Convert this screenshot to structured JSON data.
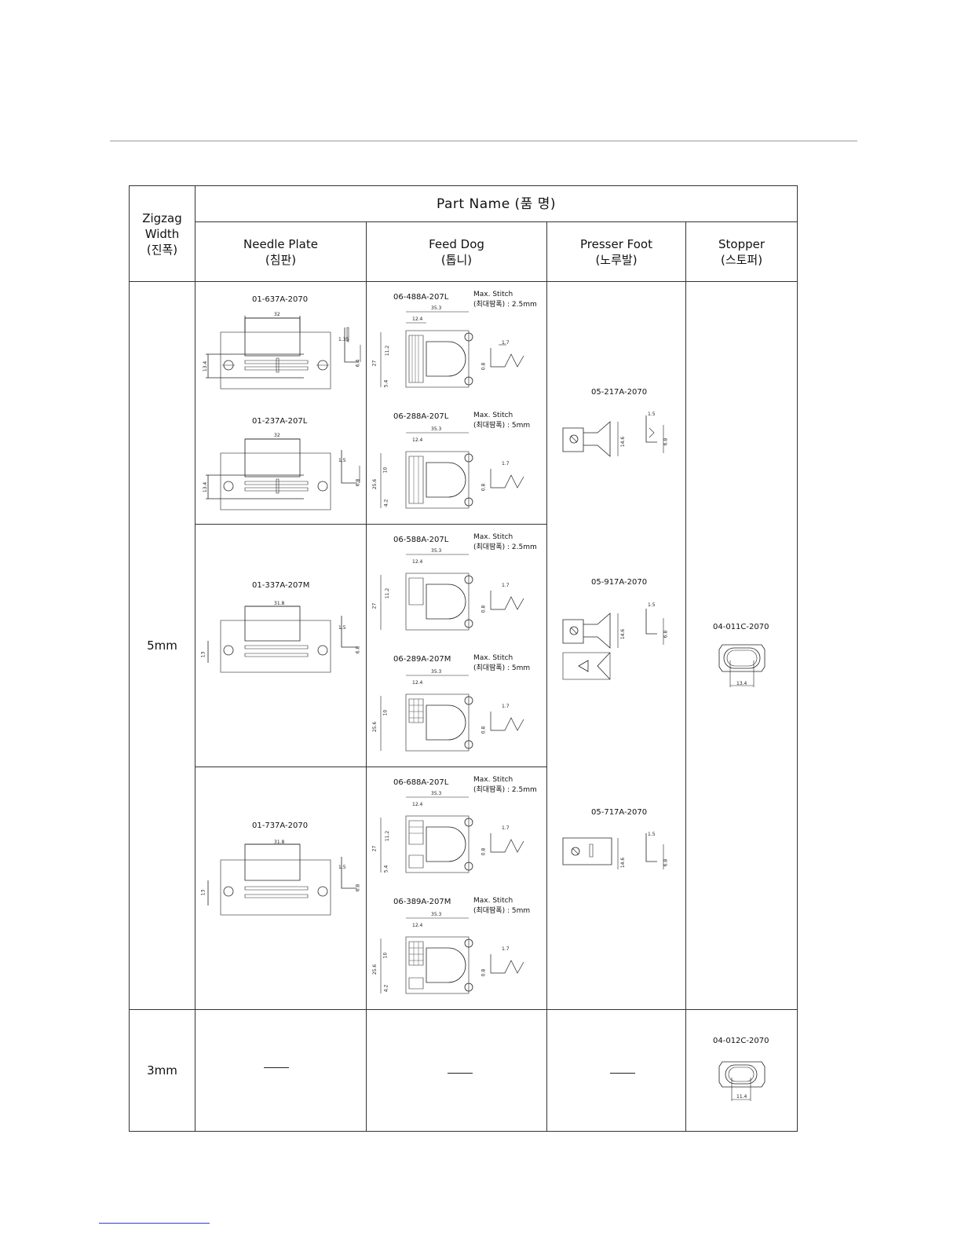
{
  "header": {
    "zigzag_width": [
      "Zigzag",
      "Width",
      "(진폭)"
    ],
    "part_name": "Part  Name  (품 명)",
    "columns": [
      {
        "en": "Needle  Plate",
        "ko": "(침판)"
      },
      {
        "en": "Feed  Dog",
        "ko": "(톱니)"
      },
      {
        "en": "Presser  Foot",
        "ko": "(노루발)"
      },
      {
        "en": "Stopper",
        "ko": "(스토퍼)"
      }
    ]
  },
  "rows": {
    "row_5mm": {
      "zigzag": "5mm",
      "needle_plates": [
        {
          "part": "01-637A-2070",
          "dims": [
            "32",
            "13.4",
            "1.35",
            "6.4"
          ]
        },
        {
          "part": "01-237A-207L",
          "dims": [
            "32",
            "13.4",
            "1.5",
            "6.8"
          ]
        },
        {
          "part": "01-337A-207M",
          "dims": [
            "31.8",
            "13",
            "1.5",
            "6.8"
          ]
        },
        {
          "part": "01-737A-2070",
          "dims": [
            "31.8",
            "13",
            "1.5",
            "6.8"
          ]
        }
      ],
      "feed_dogs": [
        {
          "part": "06-488A-207L",
          "max_en": "Max.  Stitch",
          "max_ko": "(최대땀폭) :  2.5mm",
          "dims": [
            "35.3",
            "12.4",
            "11.2",
            "27",
            "5.4",
            "0.8",
            "1.7"
          ]
        },
        {
          "part": "06-288A-207L",
          "max_en": "Max.  Stitch",
          "max_ko": "(최대땀폭) :  5mm",
          "dims": [
            "35.3",
            "12.4",
            "10",
            "25.6",
            "4.2",
            "0.8",
            "1.7"
          ]
        },
        {
          "part": "06-588A-207L",
          "max_en": "Max.  Stitch",
          "max_ko": "(최대땀폭) :  2.5mm",
          "dims": [
            "35.3",
            "12.4",
            "11.2",
            "27",
            "0.8",
            "1.7"
          ]
        },
        {
          "part": "06-289A-207M",
          "max_en": "Max.  Stitch",
          "max_ko": "(최대땀폭) :  5mm",
          "dims": [
            "35.3",
            "12.4",
            "10",
            "25.6",
            "0.8",
            "1.7"
          ]
        },
        {
          "part": "06-688A-207L",
          "max_en": "Max.  Stitch",
          "max_ko": "(최대땀폭) :  2.5mm",
          "dims": [
            "35.3",
            "12.4",
            "11.2",
            "27",
            "5.4",
            "0.8",
            "1.7"
          ]
        },
        {
          "part": "06-389A-207M",
          "max_en": "Max.  Stitch",
          "max_ko": "(최대땀폭) :  5mm",
          "dims": [
            "35.3",
            "12.4",
            "10",
            "25.6",
            "4.2",
            "0.8",
            "1.7"
          ]
        }
      ],
      "presser_feet": [
        {
          "part": "05-217A-2070",
          "dims": [
            "1.5",
            "14.6",
            "6.8"
          ]
        },
        {
          "part": "05-917A-2070",
          "dims": [
            "1.5",
            "14.6",
            "6.8"
          ]
        },
        {
          "part": "05-717A-2070",
          "dims": [
            "1.5",
            "14.6",
            "6.8"
          ]
        }
      ],
      "stopper": {
        "part": "04-011C-2070",
        "dims": [
          "13.4"
        ]
      }
    },
    "row_3mm": {
      "zigzag": "3mm",
      "stopper": {
        "part": "04-012C-2070",
        "dims": [
          "11.4"
        ]
      }
    }
  }
}
